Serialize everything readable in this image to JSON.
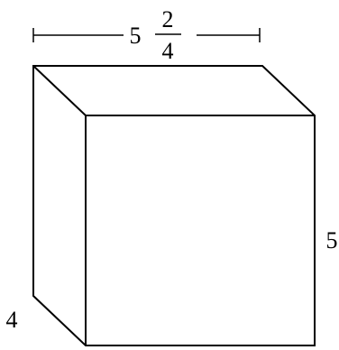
{
  "labels": {
    "top_whole": "5",
    "top_numerator": "2",
    "top_denominator": "4",
    "right_dim": "5",
    "left_dim": "4"
  },
  "colors": {
    "stroke": "#000000",
    "grid_gray": "#808080",
    "dots": "#d11a1a",
    "background": "#ffffff"
  }
}
